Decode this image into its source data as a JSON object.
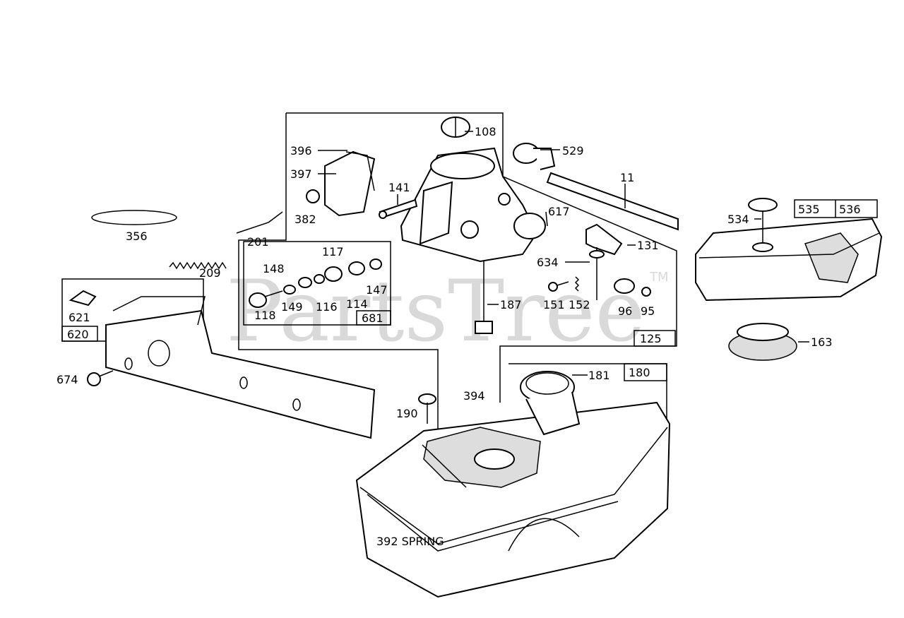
{
  "watermark": {
    "brand": "PartsTree",
    "trademark": "TM"
  },
  "labels": {
    "p108": "108",
    "p396": "396",
    "p397": "397",
    "p382": "382",
    "p529": "529",
    "p11": "11",
    "p141": "141",
    "p617": "617",
    "p131": "131",
    "p634": "634",
    "p201": "201",
    "p356": "356",
    "p209": "209",
    "p117": "117",
    "p148": "148",
    "p147": "147",
    "p118": "118",
    "p149": "149",
    "p116": "116",
    "p114": "114",
    "p681": "681",
    "p187": "187",
    "p151": "151",
    "p152": "152",
    "p96": "96",
    "p95": "95",
    "p125": "125",
    "p534": "534",
    "p535": "535",
    "p536": "536",
    "p163": "163",
    "p621": "621",
    "p620": "620",
    "p674": "674",
    "p181": "181",
    "p180": "180",
    "p190": "190",
    "p394": "394",
    "p392": "392 SPRING"
  }
}
